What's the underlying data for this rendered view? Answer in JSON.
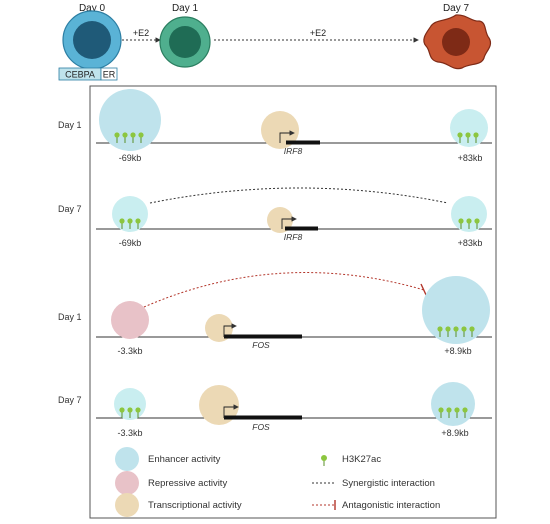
{
  "stages": [
    {
      "label": "Day 0"
    },
    {
      "label": "Day 1"
    },
    {
      "label": "Day 7"
    }
  ],
  "transitions": [
    "+E2",
    "+E2"
  ],
  "construct": {
    "left": "CEBPA",
    "right": "ER"
  },
  "panels": [
    {
      "day": "Day 1",
      "gene": "IRF8",
      "left_pos": "-69kb",
      "right_pos": "+83kb",
      "interaction": "none"
    },
    {
      "day": "Day 7",
      "gene": "IRF8",
      "left_pos": "-69kb",
      "right_pos": "+83kb",
      "interaction": "synergistic"
    },
    {
      "day": "Day 1",
      "gene": "FOS",
      "left_pos": "-3.3kb",
      "right_pos": "+8.9kb",
      "interaction": "antagonistic"
    },
    {
      "day": "Day 7",
      "gene": "FOS",
      "left_pos": "-3.3kb",
      "right_pos": "+8.9kb",
      "interaction": "none"
    }
  ],
  "legend": {
    "enhancer": "Enhancer activity",
    "repressive": "Repressive activity",
    "transcriptional": "Transcriptional activity",
    "h3k27ac": "H3K27ac",
    "synergistic": "Synergistic interaction",
    "antagonistic": "Antagonistic interaction"
  },
  "colors": {
    "enhancer": "#bfe3ec",
    "enhancer_light": "#c9eef0",
    "repressive": "#e8c2c8",
    "transcriptional": "#ecd9b5",
    "h3k27ac": "#8cc63f",
    "synergistic": "#333333",
    "antagonistic": "#b3362b",
    "day0_cell": "#5ab3d6",
    "day1_cell": "#4faf8e",
    "day7_cell": "#c85532"
  }
}
